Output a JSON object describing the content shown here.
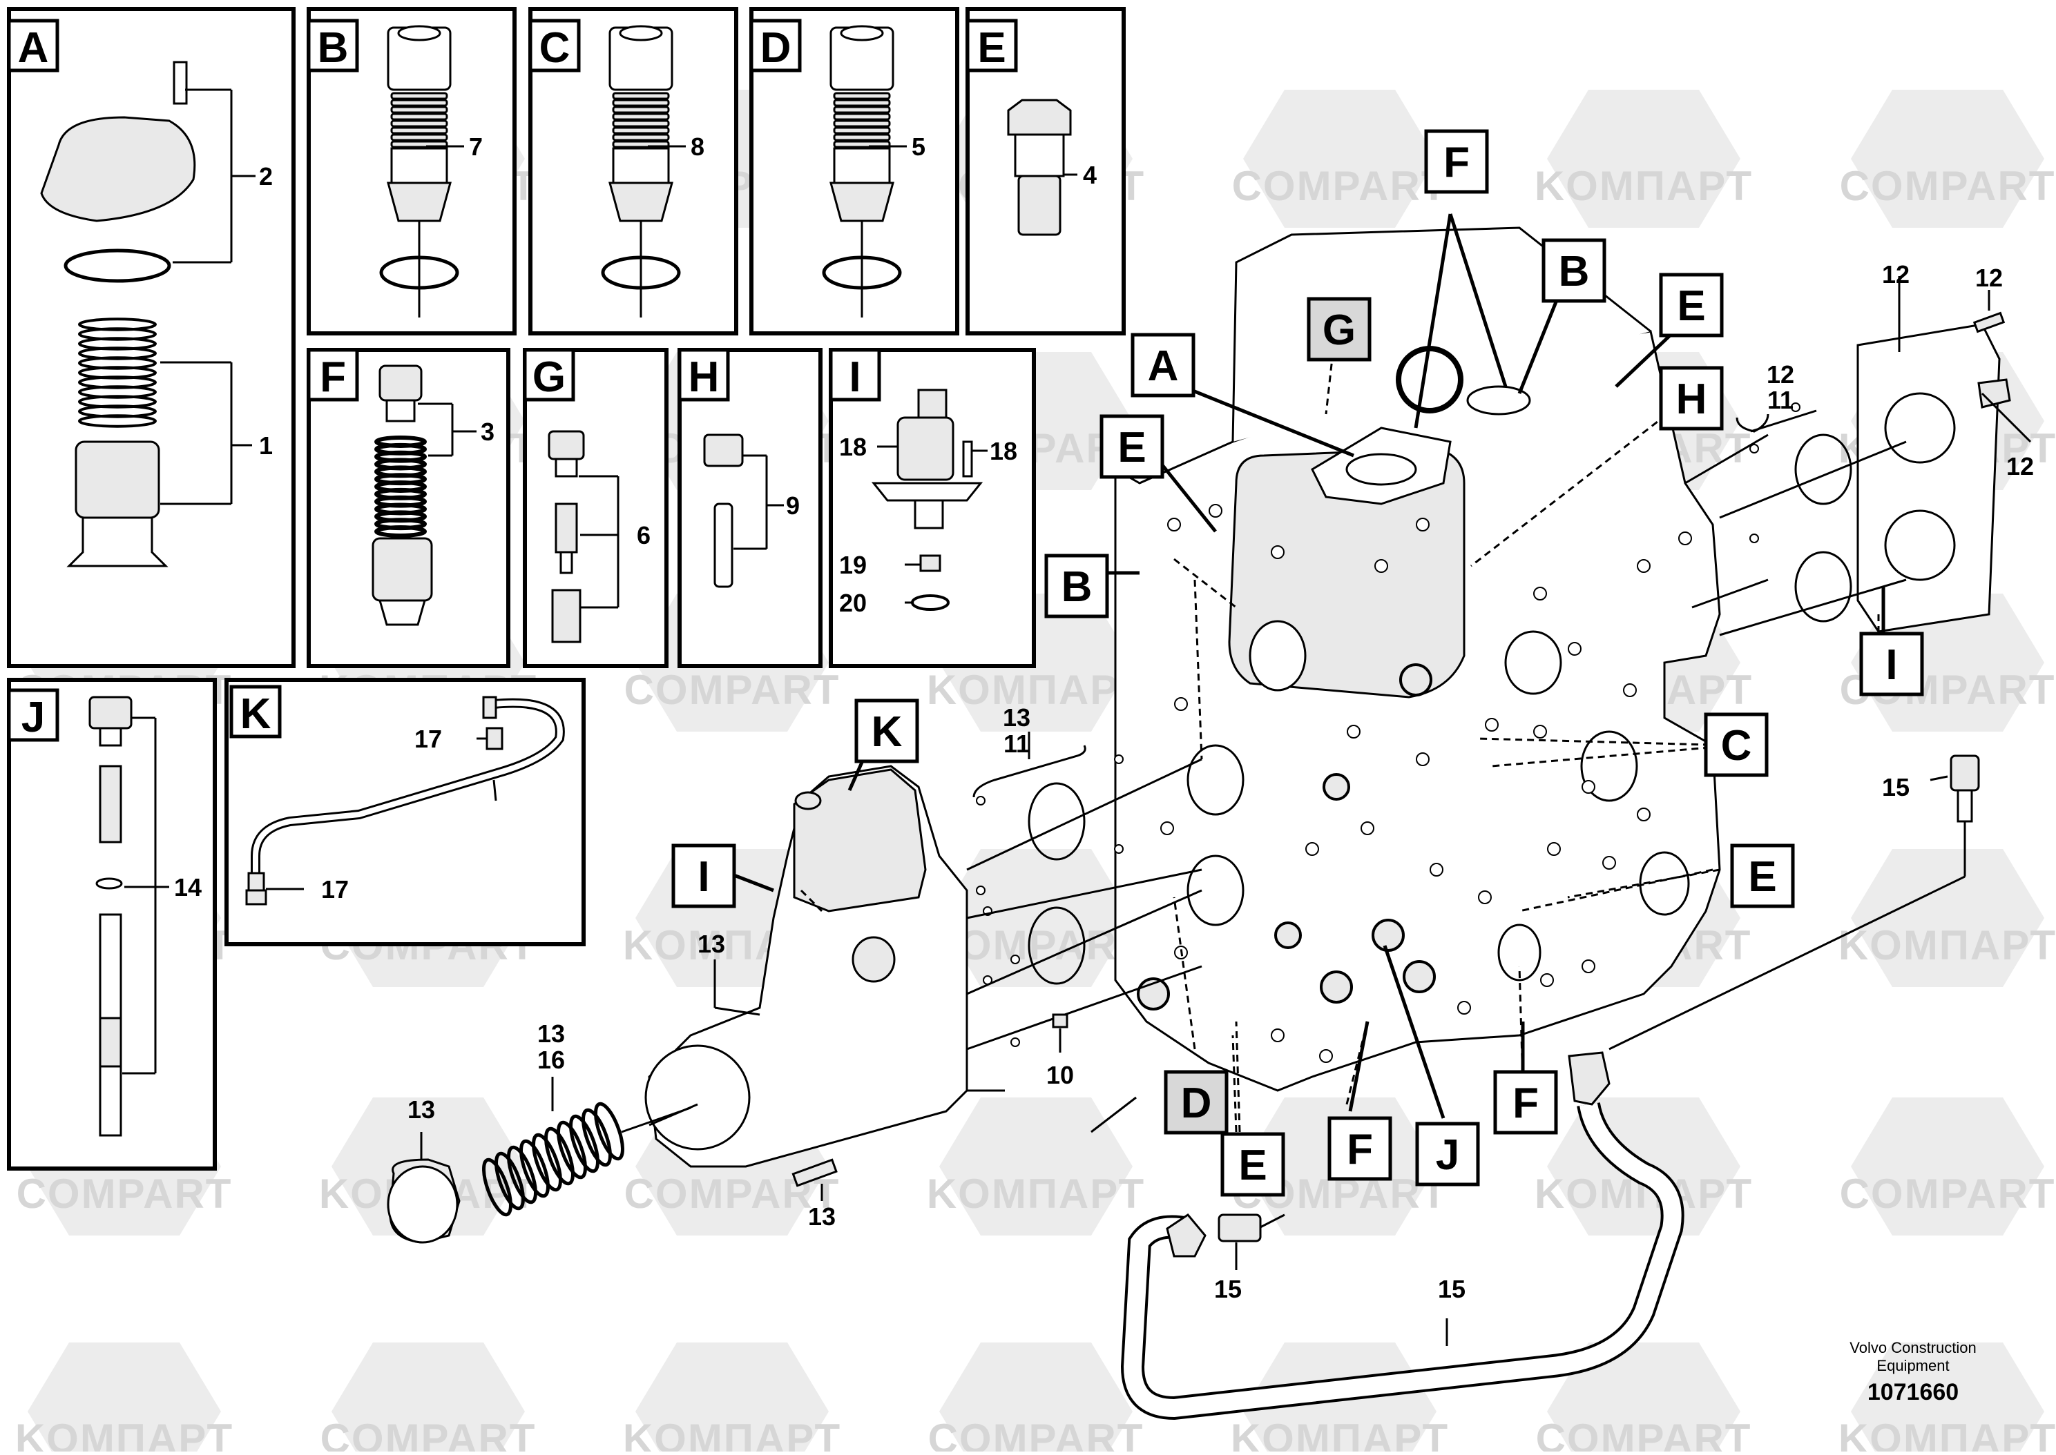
{
  "watermarks": [
    "COMPART",
    "KOMПАРТ"
  ],
  "inset_letters": [
    "A",
    "B",
    "C",
    "D",
    "E",
    "F",
    "G",
    "H",
    "I",
    "J",
    "K"
  ],
  "inset_numbers": {
    "A": [
      "2",
      "1"
    ],
    "B": [
      "7"
    ],
    "C": [
      "8"
    ],
    "D": [
      "5"
    ],
    "E": [
      "4"
    ],
    "F": [
      "3"
    ],
    "G": [
      "6"
    ],
    "H": [
      "9"
    ],
    "I": [
      "18",
      "18",
      "19",
      "20"
    ],
    "J": [
      "14"
    ],
    "K": [
      "17",
      "17"
    ]
  },
  "main_tags": [
    "A",
    "E",
    "B",
    "G",
    "F",
    "B",
    "E",
    "H",
    "C",
    "E",
    "K",
    "I",
    "I",
    "D",
    "E",
    "F",
    "J",
    "F"
  ],
  "main_numbers": {
    "n13_11_top": [
      "13",
      "11"
    ],
    "n12_11": [
      "12",
      "11"
    ],
    "n12_a": "12",
    "n12_b": "12",
    "n12_c": "12",
    "n13_housing": "13",
    "n13_16": [
      "13",
      "16"
    ],
    "n13_plug": "13",
    "n13_bolt": "13",
    "n10": "10",
    "n15_fitting_right": "15",
    "n15_fitting_bottom": "15",
    "n15_pipe": "15"
  },
  "footer": {
    "company_line1": "Volvo Construction",
    "company_line2": "Equipment",
    "ref_number": "1071660"
  }
}
